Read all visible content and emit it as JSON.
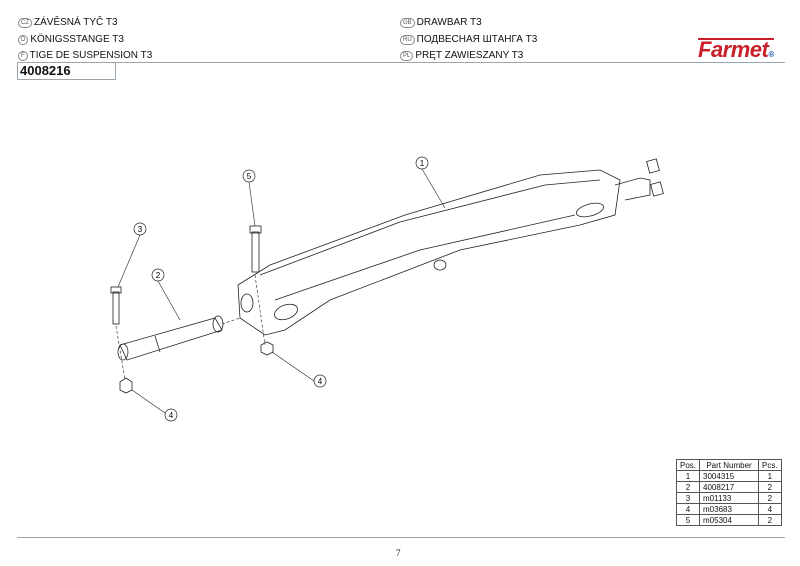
{
  "titles": [
    {
      "lang": "CZ",
      "text": "ZÁVĚSNÁ TYČ T3"
    },
    {
      "lang": "D",
      "text": "KÖNIGSSTANGE T3"
    },
    {
      "lang": "F",
      "text": "TIGE DE SUSPENSION T3"
    },
    {
      "lang": "GB",
      "text": "DRAWBAR T3"
    },
    {
      "lang": "RU",
      "text": "ПОДВЕСНАЯ ШТАНГА T3"
    },
    {
      "lang": "PL",
      "text": "PRĘT ZAWIESZANY T3"
    }
  ],
  "part_code": "4008216",
  "logo": "Farmet",
  "callouts": [
    "1",
    "2",
    "3",
    "4",
    "4",
    "5"
  ],
  "parts_table": {
    "headers": [
      "Pos.",
      "Part Number",
      "Pcs."
    ],
    "rows": [
      [
        "1",
        "3004315",
        "1"
      ],
      [
        "2",
        "4008217",
        "2"
      ],
      [
        "3",
        "m01133",
        "2"
      ],
      [
        "4",
        "m03683",
        "4"
      ],
      [
        "5",
        "m05304",
        "2"
      ]
    ]
  },
  "page_number": "7"
}
